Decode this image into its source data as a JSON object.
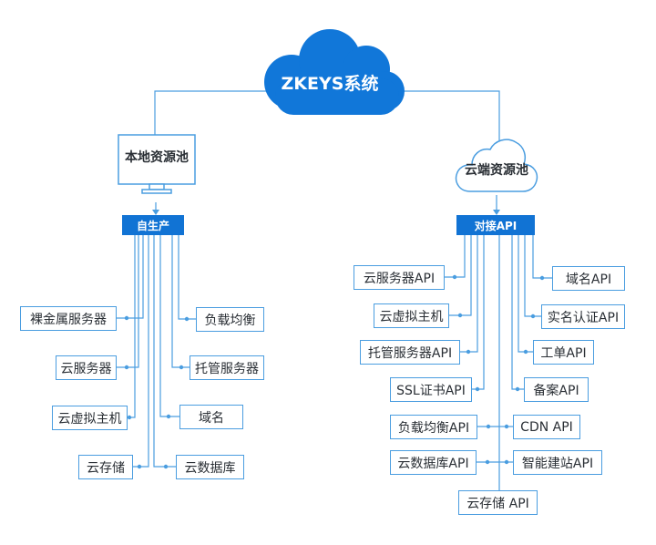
{
  "diagram": {
    "root": {
      "label": "ZKEYS系统"
    },
    "local_pool": {
      "label": "本地资源池",
      "bar_label": "自生产",
      "items": [
        "裸金属服务器",
        "云服务器",
        "云虚拟主机",
        "云存储",
        "负载均衡",
        "托管服务器",
        "域名",
        "云数据库"
      ]
    },
    "cloud_pool": {
      "label": "云端资源池",
      "bar_label": "对接API",
      "items": [
        "云服务器API",
        "云虚拟主机",
        "托管服务器API",
        "SSL证书API",
        "负载均衡API",
        "云数据库API",
        "云存储 API",
        "域名API",
        "实名认证API",
        "工单API",
        "备案API",
        "CDN API",
        "智能建站API"
      ]
    }
  },
  "colors": {
    "accent": "#1173d4",
    "line": "#4a9de0",
    "text": "#2a2f35"
  },
  "icons": {
    "root": "cloud-icon",
    "local": "monitor-icon",
    "cloud": "cloud-outline-icon"
  }
}
